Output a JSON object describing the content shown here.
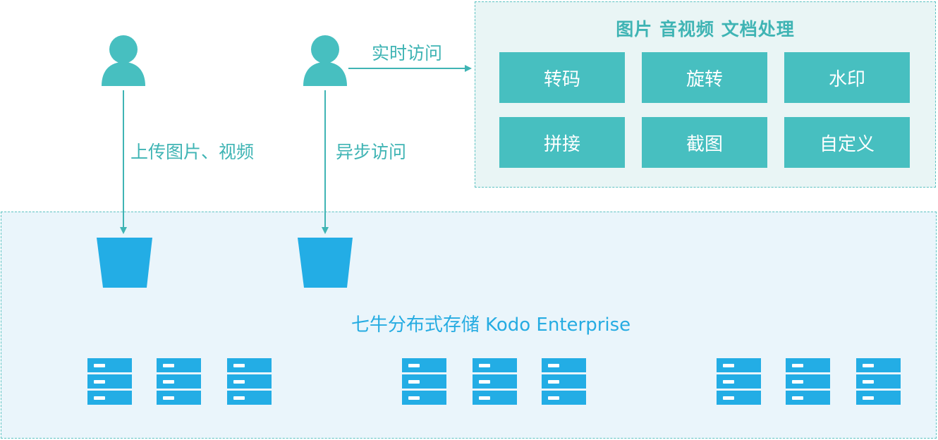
{
  "processing": {
    "title": "图片 音视频 文档处理",
    "operations": [
      "转码",
      "旋转",
      "水印",
      "拼接",
      "截图",
      "自定义"
    ]
  },
  "flows": {
    "upload_label": "上传图片、视频",
    "async_label": "异步访问",
    "realtime_label": "实时访问"
  },
  "storage": {
    "title": "七牛分布式存储 Kodo Enterprise"
  },
  "colors": {
    "teal": "#47bfc0",
    "blue": "#23ade5",
    "panel_bg_processing": "#e9f5f5",
    "panel_bg_storage": "#eaf5fb"
  },
  "icons": {
    "user": "user-icon",
    "bucket": "bucket-icon",
    "server": "server-icon"
  }
}
